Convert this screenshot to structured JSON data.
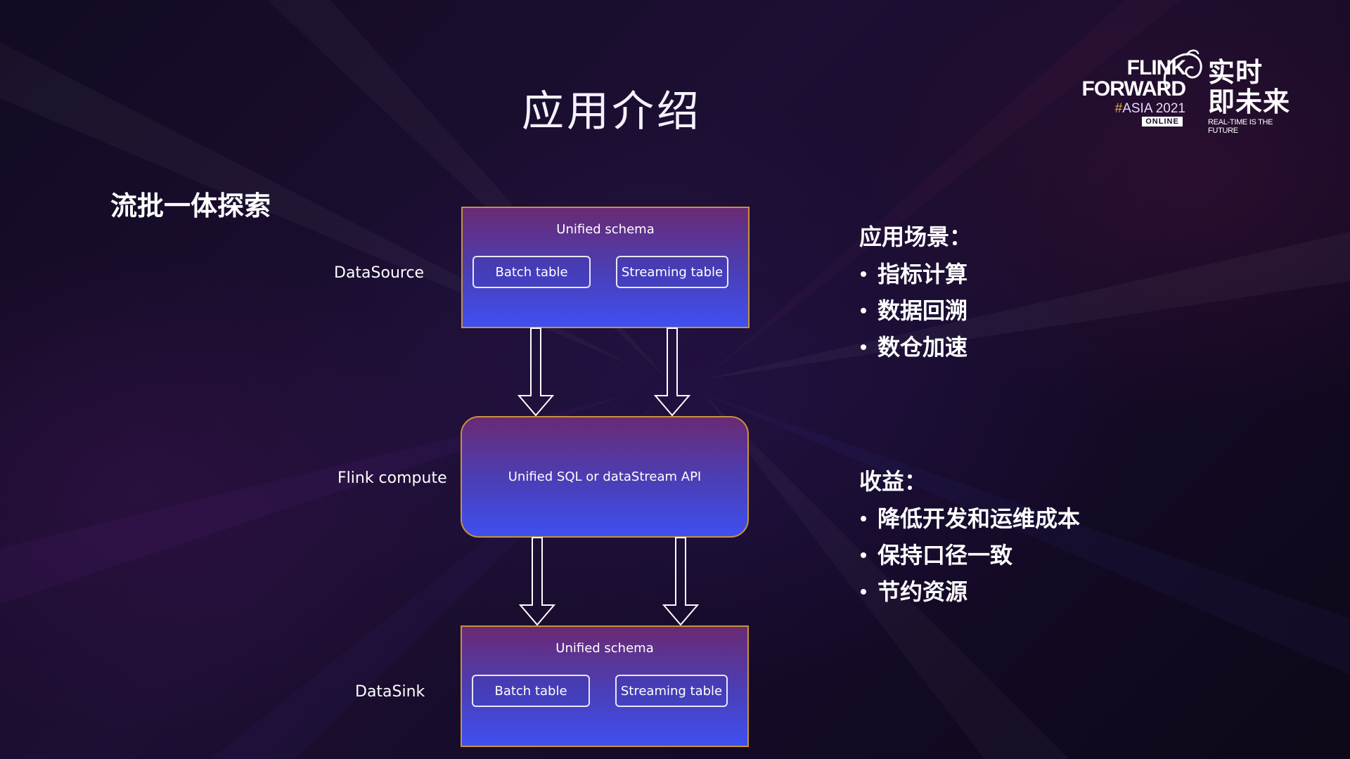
{
  "slide": {
    "title": "应用介绍",
    "subtitle": "流批一体探索"
  },
  "logo": {
    "line1": "FLINK",
    "line2": "FORWARD",
    "asia_hash": "#",
    "asia_text": "ASIA 2021",
    "online_badge": "ONLINE",
    "cn_line1": "实时",
    "cn_line2": "即未来",
    "tagline": "REAL-TIME IS THE FUTURE"
  },
  "diagram": {
    "labels": {
      "source": "DataSource",
      "compute": "Flink compute",
      "sink": "DataSink"
    },
    "source_box": {
      "title": "Unified schema",
      "left_table": "Batch table",
      "right_table": "Streaming table"
    },
    "compute_box": {
      "text": "Unified SQL or dataStream API"
    },
    "sink_box": {
      "title": "Unified schema",
      "left_table": "Batch table",
      "right_table": "Streaming table"
    }
  },
  "scenarios": {
    "heading": "应用场景：",
    "items": [
      "指标计算",
      "数据回溯",
      "数仓加速"
    ]
  },
  "benefits": {
    "heading": "收益：",
    "items": [
      "降低开发和运维成本",
      "保持口径一致",
      "节约资源"
    ]
  },
  "colors": {
    "box_border": "#c8923a",
    "box_gradient_top": "#6a2a74",
    "box_gradient_bottom": "#3f4ff0",
    "arrow_stroke": "#ffffff"
  }
}
